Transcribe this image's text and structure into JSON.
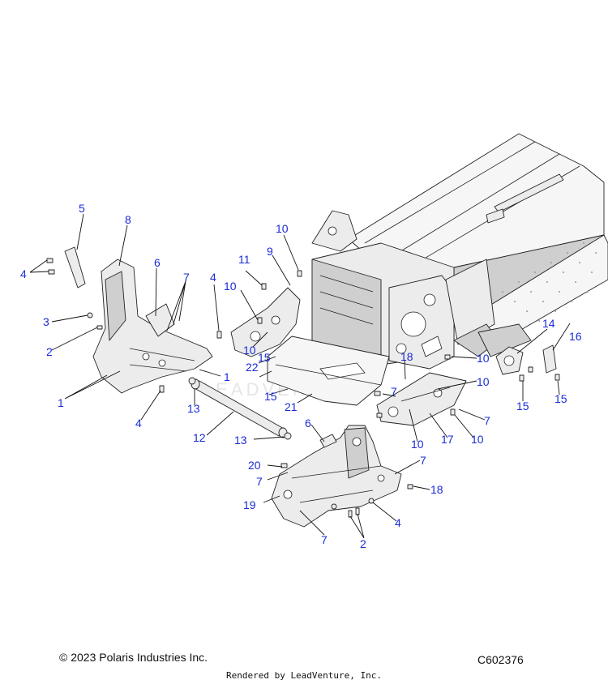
{
  "callouts": [
    {
      "id": "1",
      "label": "1"
    },
    {
      "id": "2",
      "label": "2"
    },
    {
      "id": "3",
      "label": "3"
    },
    {
      "id": "4",
      "label": "4"
    },
    {
      "id": "5",
      "label": "5"
    },
    {
      "id": "6",
      "label": "6"
    },
    {
      "id": "7",
      "label": "7"
    },
    {
      "id": "8",
      "label": "8"
    },
    {
      "id": "9",
      "label": "9"
    },
    {
      "id": "10",
      "label": "10"
    },
    {
      "id": "11",
      "label": "11"
    },
    {
      "id": "12",
      "label": "12"
    },
    {
      "id": "13",
      "label": "13"
    },
    {
      "id": "14",
      "label": "14"
    },
    {
      "id": "15",
      "label": "15"
    },
    {
      "id": "16",
      "label": "16"
    },
    {
      "id": "17",
      "label": "17"
    },
    {
      "id": "18",
      "label": "18"
    },
    {
      "id": "19",
      "label": "19"
    },
    {
      "id": "20",
      "label": "20"
    },
    {
      "id": "21",
      "label": "21"
    },
    {
      "id": "22",
      "label": "22"
    }
  ],
  "watermark": "LEADVENTURE",
  "footer": {
    "copyright": "© 2023 Polaris Industries Inc.",
    "diagram_code": "C602376",
    "rendered_by": "Rendered by LeadVenture, Inc."
  },
  "colors": {
    "callout": "#1a2bd6",
    "line": "#222222",
    "part_fill": "#ececec"
  }
}
